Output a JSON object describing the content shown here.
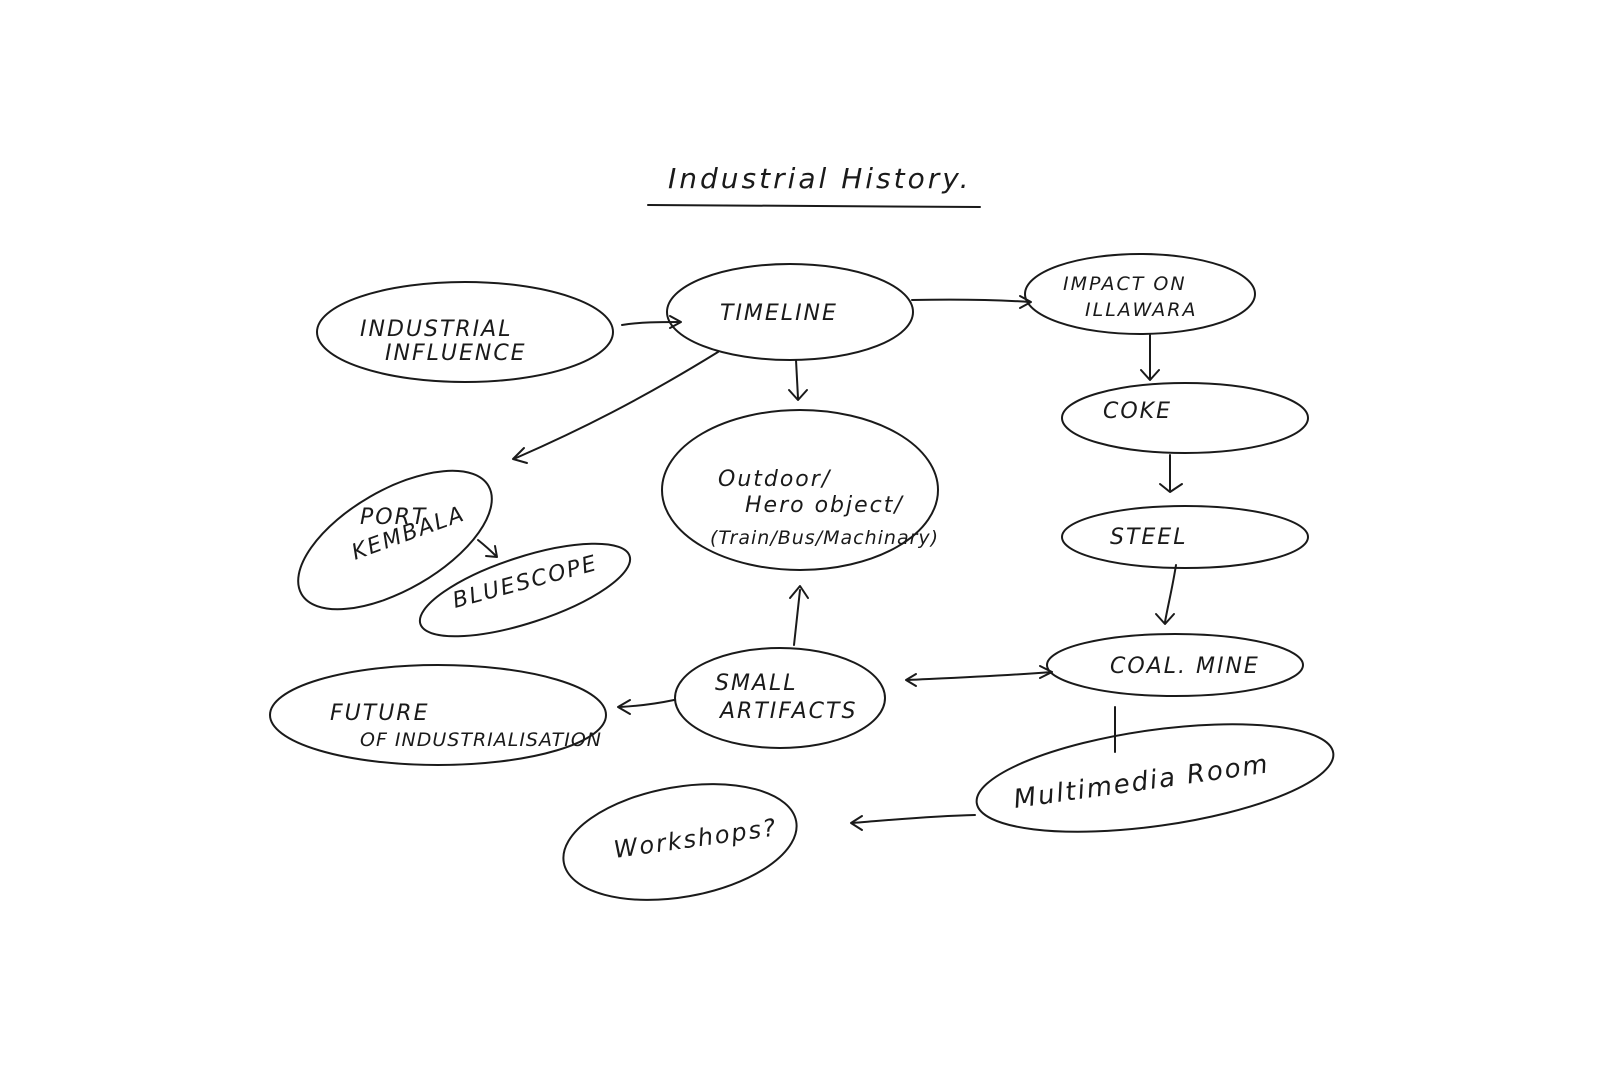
{
  "diagram": {
    "title": "Industrial History.",
    "nodes": {
      "industrial_influence": [
        "INDUSTRIAL",
        "INFLUENCE"
      ],
      "timeline": [
        "TIMELINE"
      ],
      "impact_on_illawarra": [
        "IMPACT ON",
        "ILLAWARA"
      ],
      "coke": [
        "COKE"
      ],
      "steel": [
        "STEEL"
      ],
      "coal_mine": [
        "COAL. MINE"
      ],
      "multimedia_room": [
        "Multimedia Room"
      ],
      "outdoor_hero_object": [
        "Outdoor/",
        "Hero object/",
        "(Train/Bus/Machinary)"
      ],
      "port_kembala": [
        "PORT",
        "KEMBALA"
      ],
      "bluescope": [
        "BLUESCOPE"
      ],
      "small_artifacts": [
        "SMALL",
        "ARTIFACTS"
      ],
      "future_of_industrialisation": [
        "FUTURE",
        "OF INDUSTRIALISATION"
      ],
      "workshops": [
        "Workshops?"
      ]
    }
  }
}
